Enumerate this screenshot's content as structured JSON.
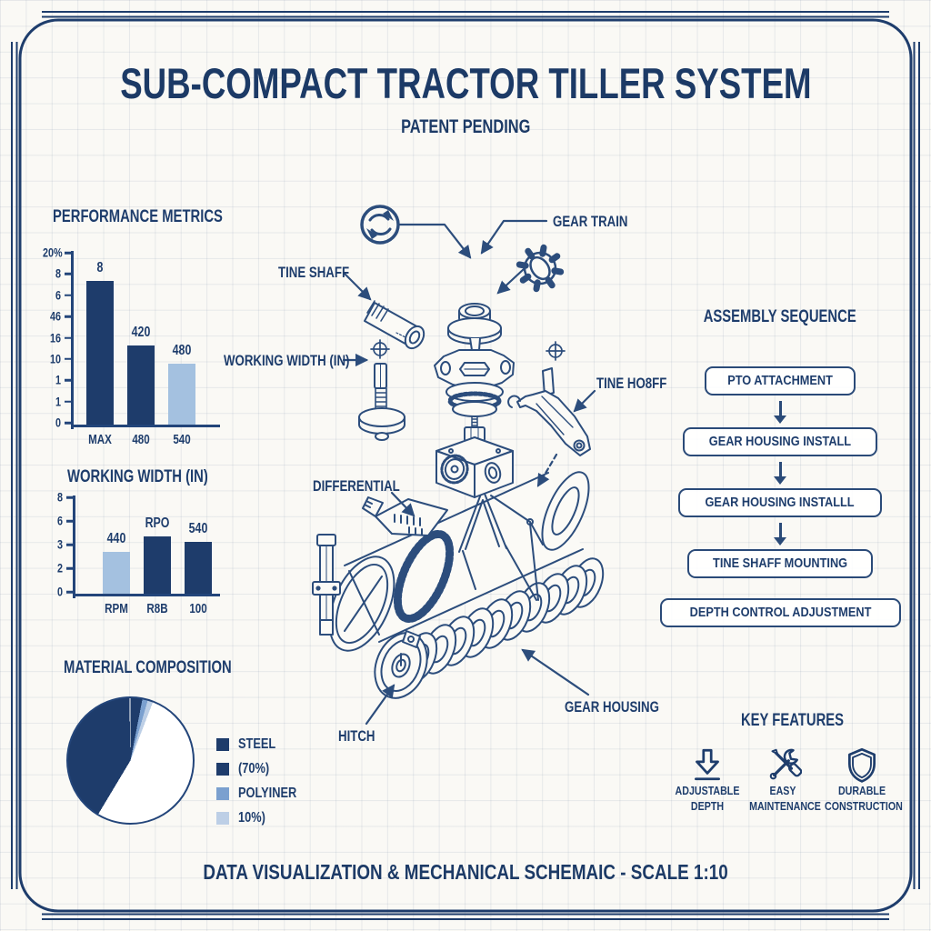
{
  "title": "SUB-COMPACT TRACTOR TILLER SYSTEM",
  "subtitle": "PATENT PENDING",
  "footer": "DATA VISUALIZATION & MECHANICAL SCHEMAIC - SCALE 1:10",
  "colors": {
    "navy": "#1e3d6c",
    "line": "#2c4d7c",
    "dark": "#1e3c6b",
    "light": "#a4c1e0",
    "mid": "#7ba0cf",
    "pale": "#bdcfe6",
    "white": "#ffffff"
  },
  "chart_data": [
    {
      "id": "performance",
      "type": "bar",
      "title": "PERFORMANCE METRICS",
      "y_ticks": [
        "20%",
        "8",
        "6",
        "46",
        "16",
        "10",
        "1",
        "1",
        "0"
      ],
      "categories": [
        "MAX",
        "480",
        "540"
      ],
      "bar_value_labels": [
        "8",
        "420",
        "480"
      ],
      "values_frac": [
        0.85,
        0.47,
        0.36
      ],
      "bar_colors": [
        "dark",
        "dark",
        "light"
      ],
      "grid": true,
      "legend_position": "none"
    },
    {
      "id": "working_width",
      "type": "bar",
      "title": "WORKING WIDTH (IN)",
      "y_ticks": [
        "8",
        "6",
        "3",
        "2",
        "0"
      ],
      "categories": [
        "RPM",
        "R8B",
        "100"
      ],
      "bar_value_labels": [
        "440",
        "RPO",
        "540"
      ],
      "values_frac": [
        0.45,
        0.61,
        0.55
      ],
      "bar_colors": [
        "light",
        "dark",
        "dark"
      ],
      "grid": true,
      "legend_position": "none"
    },
    {
      "id": "material",
      "type": "pie",
      "title": "MATERIAL COMPOSITION",
      "slices": [
        {
          "color_key": "dark",
          "from_deg": 0,
          "to_deg": 11
        },
        {
          "color_key": "mid",
          "from_deg": 11,
          "to_deg": 16
        },
        {
          "color_key": "pale",
          "from_deg": 16,
          "to_deg": 21
        },
        {
          "color_key": "white",
          "from_deg": 21,
          "to_deg": 211
        },
        {
          "color_key": "dark",
          "from_deg": 211,
          "to_deg": 359
        },
        {
          "color_key": "white",
          "from_deg": 359,
          "to_deg": 360
        }
      ],
      "legend": [
        {
          "color_key": "dark",
          "label": "STEEL"
        },
        {
          "color_key": "dark",
          "label": "(70%)"
        },
        {
          "color_key": "mid",
          "label": "POLYINER"
        },
        {
          "color_key": "pale",
          "label": "10%)"
        }
      ],
      "legend_position": "right"
    }
  ],
  "schematic": {
    "labels": {
      "gear_train": "GEAR TRAIN",
      "tine_shaft": "TINE SHAFF",
      "working_width": "WORKING WIDTH (IN)",
      "tine_hub": "TINE HO8FF",
      "differential": "DIFFERENTIAL",
      "gear_housing": "GEAR HOUSING",
      "hitch": "HITCH"
    },
    "icons": [
      "rotation-icon",
      "sprocket-icon",
      "crosshair-mark"
    ]
  },
  "assembly": {
    "title": "ASSEMBLY SEQUENCE",
    "steps": [
      "PTO ATTACHMENT",
      "GEAR HOUSING INSTALL",
      "GEAR HOUSING INSTALLL",
      "TINE SHAFF MOUNTING",
      "DEPTH CONTROL ADJUSTMENT"
    ]
  },
  "features": {
    "title": "KEY FEATURES",
    "items": [
      {
        "icon": "adjustable-depth-icon",
        "lines": [
          "ADJUSTABLE",
          "DEPTH"
        ]
      },
      {
        "icon": "easy-maintenance-icon",
        "lines": [
          "EASY",
          "MAINTENANCE"
        ]
      },
      {
        "icon": "durable-construction-icon",
        "lines": [
          "DURABLE",
          "CONSTRUCTION"
        ]
      }
    ]
  }
}
